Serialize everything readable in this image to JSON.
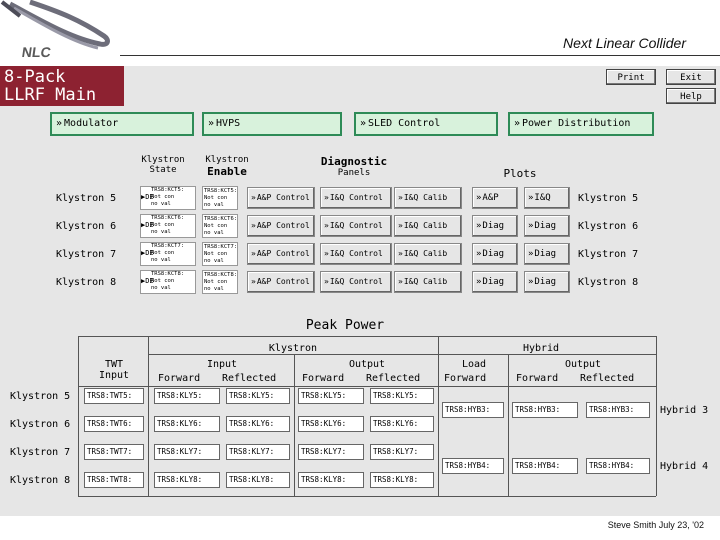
{
  "slide": {
    "title": "Next Linear Collider",
    "footer": "Steve Smith   July 23, '02"
  },
  "logo": {
    "text": "NLC"
  },
  "screen": {
    "title_line1": "8-Pack",
    "title_line2": "LLRF Main",
    "buttons": {
      "print": "Print",
      "exit": "Exit",
      "help": "Help"
    },
    "nav": [
      "Modulator",
      "HVPS",
      "SLED Control",
      "Power Distribution"
    ],
    "headers": {
      "klystron_state_1": "Klystron",
      "klystron_state_2": "State",
      "klystron_enable_1": "Klystron",
      "klystron_enable_2": "Enable",
      "diag_1": "Diagnostic",
      "diag_2": "Panels",
      "plots": "Plots"
    },
    "diag_rows": [
      {
        "label": "Klystron 5",
        "state_text": "TRS8:KCT5:\nNot con\nno val",
        "enable_text": "TRS8:KCT5:\nNot con\nno val",
        "ap": "A&P Control",
        "iq": "I&Q Control",
        "iqc": "I&Q Calib",
        "plot1": "A&P",
        "plot2": "I&Q",
        "right_label": "Klystron 5"
      },
      {
        "label": "Klystron 6",
        "state_text": "TRS8:KCT6:\nNot con\nno val",
        "enable_text": "TRS8:KCT6:\nNot con\nno val",
        "ap": "A&P Control",
        "iq": "I&Q Control",
        "iqc": "I&Q Calib",
        "plot1": "Diag",
        "plot2": "Diag",
        "right_label": "Klystron 6"
      },
      {
        "label": "Klystron 7",
        "state_text": "TRS8:KCT7:\nNot con\nno val",
        "enable_text": "TRS8:KCT7:\nNot con\nno val",
        "ap": "A&P Control",
        "iq": "I&Q Control",
        "iqc": "I&Q Calib",
        "plot1": "Diag",
        "plot2": "Diag",
        "right_label": "Klystron 7"
      },
      {
        "label": "Klystron 8",
        "state_text": "TRS8:KCT8:\nNot con\nno val",
        "enable_text": "TRS8:KCT8:\nNot con\nno val",
        "ap": "A&P Control",
        "iq": "I&Q Control",
        "iqc": "I&Q Calib",
        "plot1": "Diag",
        "plot2": "Diag",
        "right_label": "Klystron 8"
      }
    ],
    "peak_power": {
      "title": "Peak Power",
      "group_klystron": "Klystron",
      "group_hybrid": "Hybrid",
      "col_twt_1": "TWT",
      "col_twt_2": "Input",
      "col_input": "Input",
      "col_output": "Output",
      "col_load": "Load",
      "col_hyb_output": "Output",
      "sub_forward_1": "Forward",
      "sub_reflected_1": "Reflected",
      "sub_forward_2": "Forward",
      "sub_reflected_2": "Reflected",
      "sub_forward_3": "Forward",
      "sub_forward_4": "Forward",
      "sub_reflected_4": "Reflected",
      "rows": [
        {
          "label": "Klystron 5",
          "twt": "TRS8:TWT5:",
          "in_f": "TRS8:KLY5:",
          "in_r": "TRS8:KLY5:",
          "out_f": "TRS8:KLY5:",
          "out_r": "TRS8:KLY5:"
        },
        {
          "label": "Klystron 6",
          "twt": "TRS8:TWT6:",
          "in_f": "TRS8:KLY6:",
          "in_r": "TRS8:KLY6:",
          "out_f": "TRS8:KLY6:",
          "out_r": "TRS8:KLY6:"
        },
        {
          "label": "Klystron 7",
          "twt": "TRS8:TWT7:",
          "in_f": "TRS8:KLY7:",
          "in_r": "TRS8:KLY7:",
          "out_f": "TRS8:KLY7:",
          "out_r": "TRS8:KLY7:"
        },
        {
          "label": "Klystron 8",
          "twt": "TRS8:TWT8:",
          "in_f": "TRS8:KLY8:",
          "in_r": "TRS8:KLY8:",
          "out_f": "TRS8:KLY8:",
          "out_r": "TRS8:KLY8:"
        }
      ],
      "hybrids": [
        {
          "label": "Hybrid 3",
          "load": "TRS8:HYB3:",
          "out_f": "TRS8:HYB3:",
          "out_r": "TRS8:HYB3:"
        },
        {
          "label": "Hybrid 4",
          "load": "TRS8:HYB4:",
          "out_f": "TRS8:HYB4:",
          "out_r": "TRS8:HYB4:"
        }
      ]
    }
  }
}
